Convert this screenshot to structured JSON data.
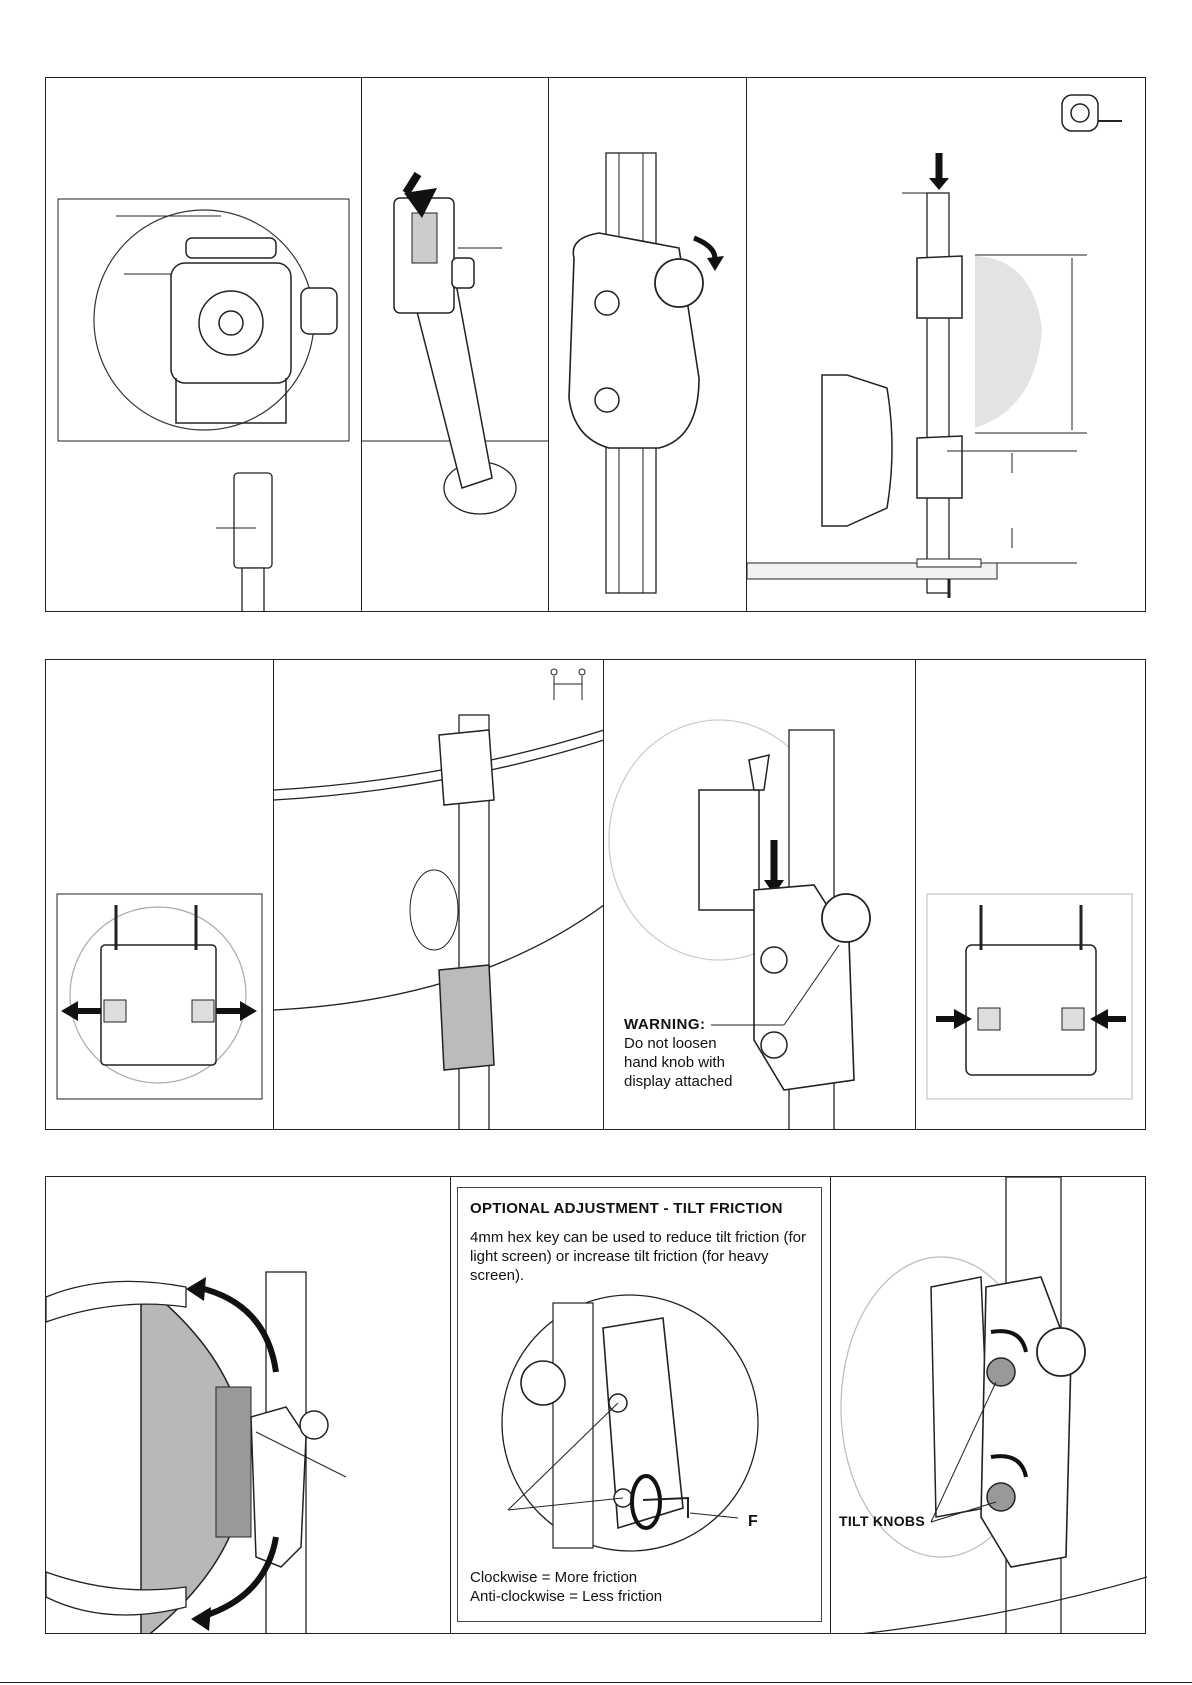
{
  "warning": {
    "title": "WARNING:",
    "lines": [
      "Do not loosen",
      "hand knob with",
      "display attached"
    ]
  },
  "tilt_friction": {
    "title": "OPTIONAL ADJUSTMENT - TILT FRICTION",
    "description": "4mm hex key can be used to reduce tilt friction (for light screen) or increase tilt friction (for heavy screen).",
    "tool_label": "F",
    "clockwise": "Clockwise = More friction",
    "anticlockwise": "Anti-clockwise = Less friction"
  },
  "tilt_knobs_label": "TILT KNOBS",
  "icons": [
    "tape-measure-icon",
    "two-person-lift-icon",
    "arrow-icon",
    "hand-knob-icon"
  ]
}
